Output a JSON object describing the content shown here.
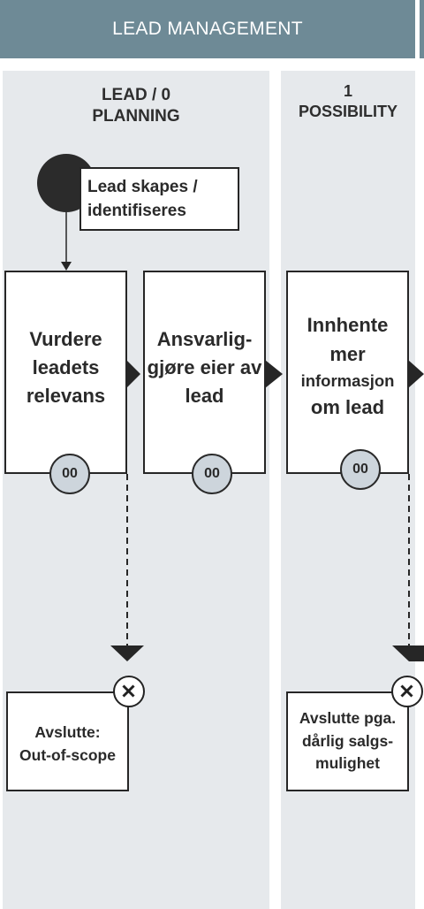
{
  "header": {
    "title": "LEAD MANAGEMENT"
  },
  "lanes": [
    {
      "title_line1": "LEAD / 0",
      "title_line2": "PLANNING"
    },
    {
      "title_line1": "1",
      "title_line2": "POSSIBILITY"
    }
  ],
  "start_note": {
    "line1": "Lead skapes /",
    "line2": "identifiseres"
  },
  "steps": [
    {
      "lines": [
        "Vurdere",
        "leadets",
        "relevans"
      ],
      "badge": "00"
    },
    {
      "lines": [
        "Ansvarlig-",
        "gjøre eier av",
        "lead"
      ],
      "badge": "00"
    },
    {
      "lines": [
        "Innhente",
        "mer",
        "informasjon",
        "om lead"
      ],
      "badge": "00"
    }
  ],
  "end_boxes": [
    {
      "lines": [
        "Avslutte:",
        "Out-of-scope"
      ]
    },
    {
      "lines": [
        "Avslutte pga.",
        "dårlig salgs-",
        "mulighet"
      ]
    }
  ],
  "colors": {
    "header": "#6e8a96",
    "lane": "#e6e9ec",
    "badge": "#cdd5dc",
    "line": "#262626"
  },
  "icons": [
    "close-circle-icon",
    "start-event-icon",
    "arrow-right-icon",
    "arrow-down-icon"
  ]
}
